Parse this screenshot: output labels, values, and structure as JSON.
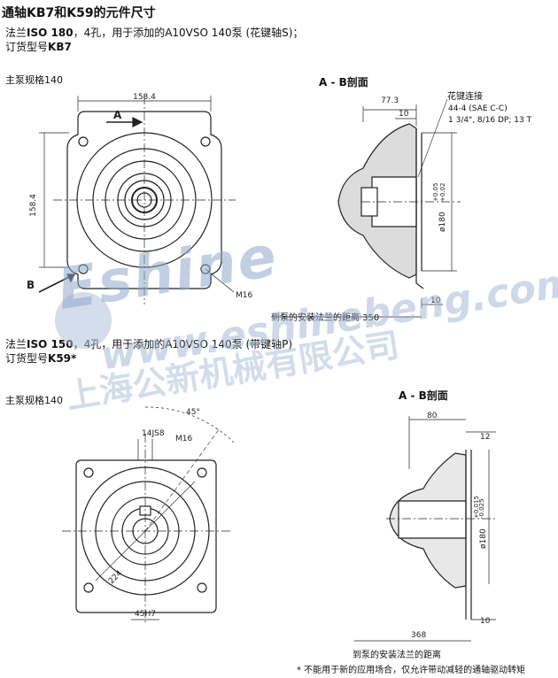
{
  "title": "通轴KB7和K59的元件尺寸",
  "section1": {
    "spec_line_prefix": "法兰",
    "spec_line_bold": "ISO 180",
    "spec_line_rest": "，4孔，用于添加的A10VSO 140泵 (花键轴S)；",
    "order_label": "订货型号",
    "order_code": "KB7",
    "size_label": "主泵规格140",
    "section_view": "A - B剖面",
    "dims": {
      "width": "158.4",
      "height": "158.4",
      "bolt": "M16",
      "depth": "77.3",
      "flange_thk": "10",
      "diameter": "ø180",
      "tol_hi": "+0.05",
      "tol_lo": "+0.02",
      "bottom_thk": "10",
      "label_a": "A",
      "label_b": "B"
    },
    "spline_title": "花键连接",
    "spline_l1": "44-4 (SAE C-C)",
    "spline_l2": "1 3/4\", 8/16 DP; 13 T",
    "distance_text": "到泵的安装法兰的距离 350"
  },
  "section2": {
    "spec_line_prefix": "法兰",
    "spec_line_bold": "ISO 150",
    "spec_line_rest": "，4孔，用于添加的A10VSO 140泵 (带键轴P)",
    "order_label": "订货型号",
    "order_code": "K59*",
    "size_label": "主泵规格140",
    "section_view": "A - B剖面",
    "dims": {
      "angle": "45°",
      "js8": "14JS8",
      "bolt": "M16",
      "diag": "224",
      "key": "45H7",
      "depth": "80",
      "thk_top": "12",
      "diameter": "ø180",
      "tol_hi": "+0.015",
      "tol_lo": "-0.025",
      "thk_bottom": "10",
      "total": "368"
    },
    "distance_text": "到泵的安装法兰的距离"
  },
  "watermark": {
    "brand": "Eshine",
    "company": "上海公新机械有限公司",
    "site": "www.eshinebeng.com"
  },
  "footnote": "* 不能用于新的应用场合，仅允许带动减轻的通轴驱动转矩"
}
